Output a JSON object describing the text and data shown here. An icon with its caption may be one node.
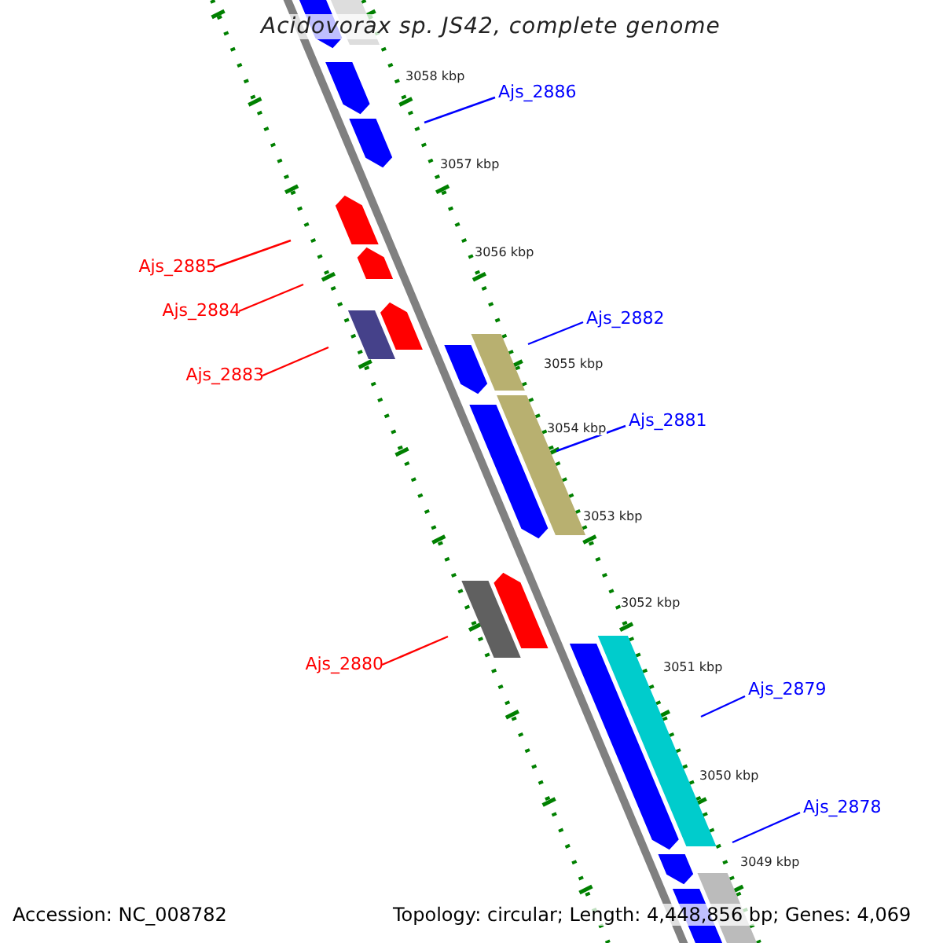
{
  "diagram": {
    "title": "Acidovorax sp. JS42, complete genome",
    "nodes": [
      {
        "text": [
          "Ajs_2886"
        ]
      },
      {
        "text": [
          "Ajs_2885"
        ]
      },
      {
        "text": [
          "Ajs_2884"
        ]
      },
      {
        "text": [
          "Ajs_2883"
        ]
      },
      {
        "text": [
          "Ajs_2882"
        ]
      },
      {
        "text": [
          "Ajs_2881"
        ]
      },
      {
        "text": [
          "Ajs_2880"
        ]
      },
      {
        "text": [
          "Ajs_2879"
        ]
      },
      {
        "text": [
          "Ajs_2878"
        ]
      }
    ],
    "edges": [
      {
        "from": 0,
        "to": null,
        "arrow": "none"
      },
      {
        "from": 1,
        "to": null,
        "arrow": "none",
        "color": "#ff0000"
      },
      {
        "from": 2,
        "to": null,
        "arrow": "none",
        "color": "#ff0000"
      },
      {
        "from": 3,
        "to": null,
        "arrow": "none",
        "color": "#ff0000"
      },
      {
        "from": 4,
        "to": null,
        "arrow": "none"
      },
      {
        "from": 5,
        "to": null,
        "arrow": "none"
      },
      {
        "from": 6,
        "to": null,
        "arrow": "none",
        "color": "#ff0000"
      },
      {
        "from": 7,
        "to": null,
        "arrow": "none"
      },
      {
        "from": 8,
        "to": null,
        "arrow": "none"
      }
    ],
    "labels": [
      "3058 kbp",
      "3057 kbp",
      "3056 kbp",
      "3055 kbp",
      "3054 kbp",
      "3053 kbp",
      "3052 kbp",
      "3051 kbp",
      "3050 kbp",
      "3049 kbp",
      "Accession: NC_008782",
      "Topology: circular; Length: 4,448,856 bp; Genes: 4,069"
    ]
  }
}
